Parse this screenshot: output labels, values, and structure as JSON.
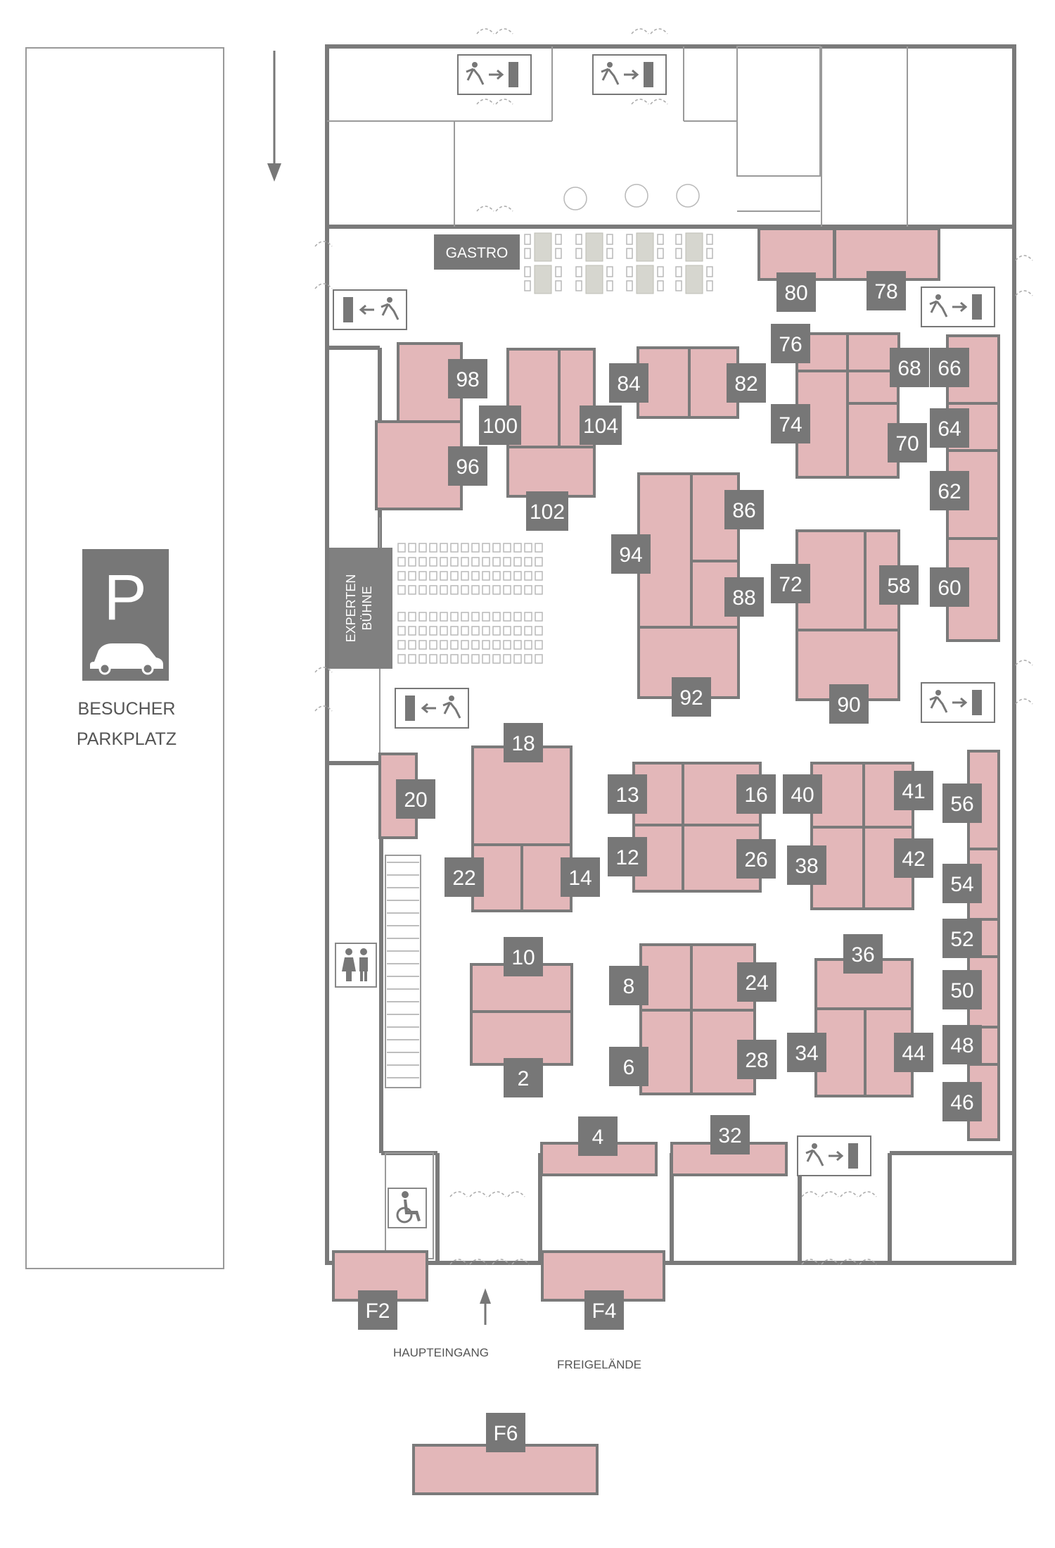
{
  "map": {
    "gastro_label": "GASTRO",
    "stage_label_line1": "EXPERTEN",
    "stage_label_line2": "BÜHNE",
    "parking_letter": "P",
    "parking_label_line1": "BESUCHER",
    "parking_label_line2": "PARKPLATZ",
    "main_entrance_label": "HAUPTEINGANG",
    "outdoor_label": "FREIGELÄNDE",
    "colors": {
      "booth": "#e3b7b9",
      "tag": "#777777",
      "wall": "#7a7a7a"
    },
    "icons": [
      "emergency-exit-icon",
      "restroom-icon",
      "wheelchair-icon",
      "car-icon",
      "parking-icon",
      "arrow-icon"
    ],
    "booth_numbers": [
      "2",
      "4",
      "6",
      "8",
      "10",
      "12",
      "13",
      "14",
      "16",
      "18",
      "20",
      "22",
      "24",
      "26",
      "28",
      "32",
      "34",
      "36",
      "38",
      "40",
      "41",
      "42",
      "44",
      "46",
      "48",
      "50",
      "52",
      "54",
      "56",
      "58",
      "60",
      "62",
      "64",
      "66",
      "68",
      "70",
      "72",
      "74",
      "76",
      "78",
      "80",
      "82",
      "84",
      "86",
      "88",
      "90",
      "92",
      "94",
      "96",
      "98",
      "100",
      "102",
      "104",
      "F2",
      "F4",
      "F6"
    ]
  }
}
